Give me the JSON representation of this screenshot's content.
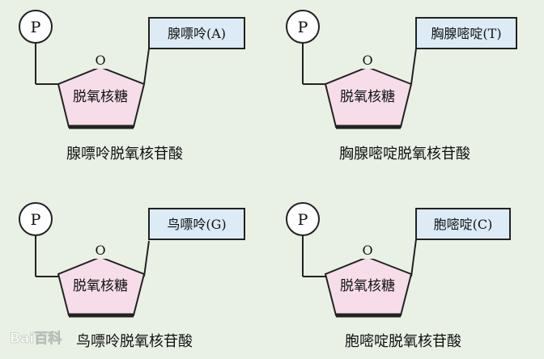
{
  "phosphate_label": "P",
  "sugar_ring_oxygen": "O",
  "nucleotides": [
    {
      "sugar_label": "脱氧核糖",
      "base_label": "腺嘌呤(A)",
      "name": "腺嘌呤脱氧核苷酸"
    },
    {
      "sugar_label": "脱氧核糖",
      "base_label": "胸腺嘧啶(T)",
      "name": "胸腺嘧啶脱氧核苷酸"
    },
    {
      "sugar_label": "脱氧核糖",
      "base_label": "鸟嘌呤(G)",
      "name": "鸟嘌呤脱氧核苷酸"
    },
    {
      "sugar_label": "脱氧核糖",
      "base_label": "胞嘧啶(C)",
      "name": "胞嘧啶脱氧核苷酸"
    }
  ],
  "watermark": "Bai百科",
  "colors": {
    "background": "#e9f1e4",
    "sugar_fill": "#f6dde9",
    "base_box_fill": "#dcebf6",
    "stroke": "#222222"
  }
}
